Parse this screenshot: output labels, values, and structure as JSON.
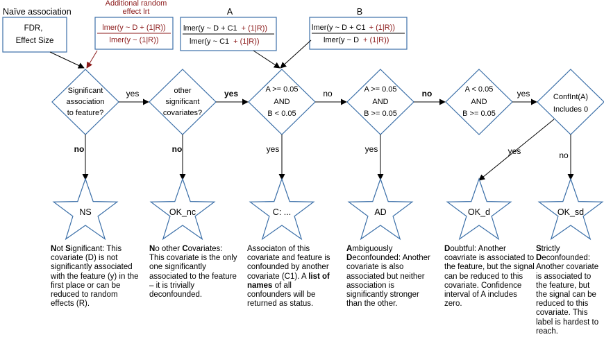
{
  "headers": {
    "naive": "Naïve association",
    "random_1": "Additional random",
    "random_2": "effect lrt",
    "a": "A",
    "b": "B"
  },
  "boxes": {
    "fdr_line1": "FDR,",
    "fdr_line2": "Effect Size",
    "lrt_num": "lmer(y ~ D + (1|R))",
    "lrt_den": "lmer(y ~ (1|R))",
    "a_num_main": "lmer(y ~ D + C1",
    "a_num_re": "+ (1|R))",
    "a_den_main": "lmer(y ~ C1",
    "a_den_re": "+ (1|R))",
    "b_num_main": "lmer(y ~ D + C1",
    "b_num_re": "+ (1|R))",
    "b_den_main": "lmer(y ~ D",
    "b_den_re": "+ (1|R))"
  },
  "decisions": {
    "d1": [
      "Significant",
      "association",
      "to feature?"
    ],
    "d2": [
      "other",
      "significant",
      "covariates?"
    ],
    "d3": [
      "A >= 0.05",
      "AND",
      "B  <  0.05"
    ],
    "d4": [
      "A >= 0.05",
      "AND",
      "B >= 0.05"
    ],
    "d5": [
      "A  <  0.05",
      "AND",
      "B >= 0.05"
    ],
    "d6": [
      "ConfInt(A)",
      "Includes 0"
    ]
  },
  "edges": {
    "yes": "yes",
    "no": "no"
  },
  "stars": {
    "ns": "NS",
    "ok_nc": "OK_nc",
    "c": "C: ...",
    "ad": "AD",
    "ok_d": "OK_d",
    "ok_sd": "OK_sd"
  },
  "descriptions": {
    "ns": {
      "l1": "N",
      "l2": "ot ",
      "l3": "S",
      "l4": "ignificant: This covariate (D) is not significantly associated with the feature (y) in the first place or can be reduced to random effects (R)."
    },
    "ok_nc": {
      "l1": "N",
      "l2": "o other ",
      "l3": "C",
      "l4": "ovariates: This covariate is the only one significantly associated to the feature – it is trivially deconfounded."
    },
    "c": {
      "l1": "Associaton of this covariate and feature is confounded by another covariate (C1). A ",
      "l2": "list of names",
      "l3": " of all confounders will be returned as status."
    },
    "ad": {
      "l1": "A",
      "l2": "mbiguously ",
      "l3": "D",
      "l4": "econfounded: Another covariate is also associated but neither association is significantly stronger than the other."
    },
    "ok_d": {
      "l1": "D",
      "l2": "oubtful: Another coavriate is associated to the feature, but the signal can be reduced to this covariate. Confidence interval of A includes zero."
    },
    "ok_sd": {
      "l1": "S",
      "l2": "trictly ",
      "l3": "D",
      "l4": "econfounded: Another covariate is associated to the feature, but the signal can be reduced to this covariate. This label is hardest to reach."
    }
  }
}
